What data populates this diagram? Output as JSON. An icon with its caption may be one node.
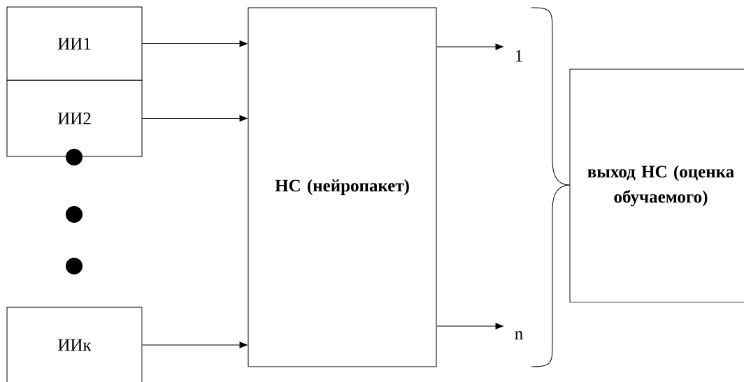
{
  "diagram": {
    "nodes": [
      {
        "text": [
          "ИИ1"
        ]
      },
      {
        "text": [
          "ИИ2"
        ]
      },
      {
        "text": [
          "ИИк"
        ]
      },
      {
        "text": [
          "НС (нейропакет)"
        ]
      },
      {
        "text": [
          "1"
        ]
      },
      {
        "text": [
          "n"
        ]
      },
      {
        "text": [
          "выход НС (оценка обучаемого)"
        ]
      }
    ],
    "edges": [
      {
        "from": 0,
        "to": 3,
        "arrow": "to"
      },
      {
        "from": 1,
        "to": 3,
        "arrow": "to"
      },
      {
        "from": 2,
        "to": 3,
        "arrow": "to"
      },
      {
        "from": 3,
        "to": 4,
        "arrow": "to"
      },
      {
        "from": 3,
        "to": 5,
        "arrow": "to"
      }
    ]
  }
}
